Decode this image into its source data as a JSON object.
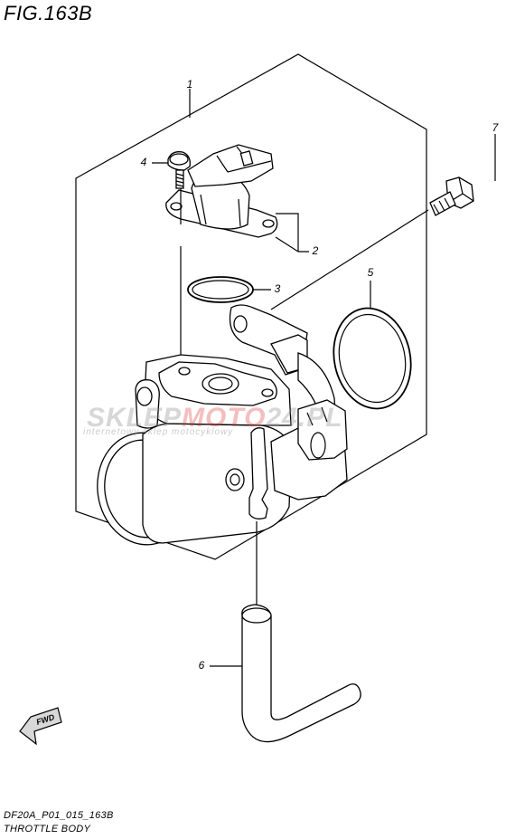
{
  "figure": {
    "title": "FIG.163B",
    "drawing_code": "DF20A_P01_015_163B",
    "drawing_name": "THROTTLE BODY"
  },
  "watermark": {
    "main_start": "SKLEP",
    "main_accent": "MOTO",
    "main_end": "24.PL",
    "sub": "internetowy sklep motocyklowy"
  },
  "fwd_label": "FWD",
  "callouts": [
    {
      "id": "1",
      "label": "1"
    },
    {
      "id": "2",
      "label": "2"
    },
    {
      "id": "3",
      "label": "3"
    },
    {
      "id": "4",
      "label": "4"
    },
    {
      "id": "5",
      "label": "5"
    },
    {
      "id": "6",
      "label": "6"
    },
    {
      "id": "7",
      "label": "7"
    }
  ],
  "colors": {
    "line": "#000000",
    "background": "#ffffff",
    "watermark_accent": "#dc2828"
  }
}
